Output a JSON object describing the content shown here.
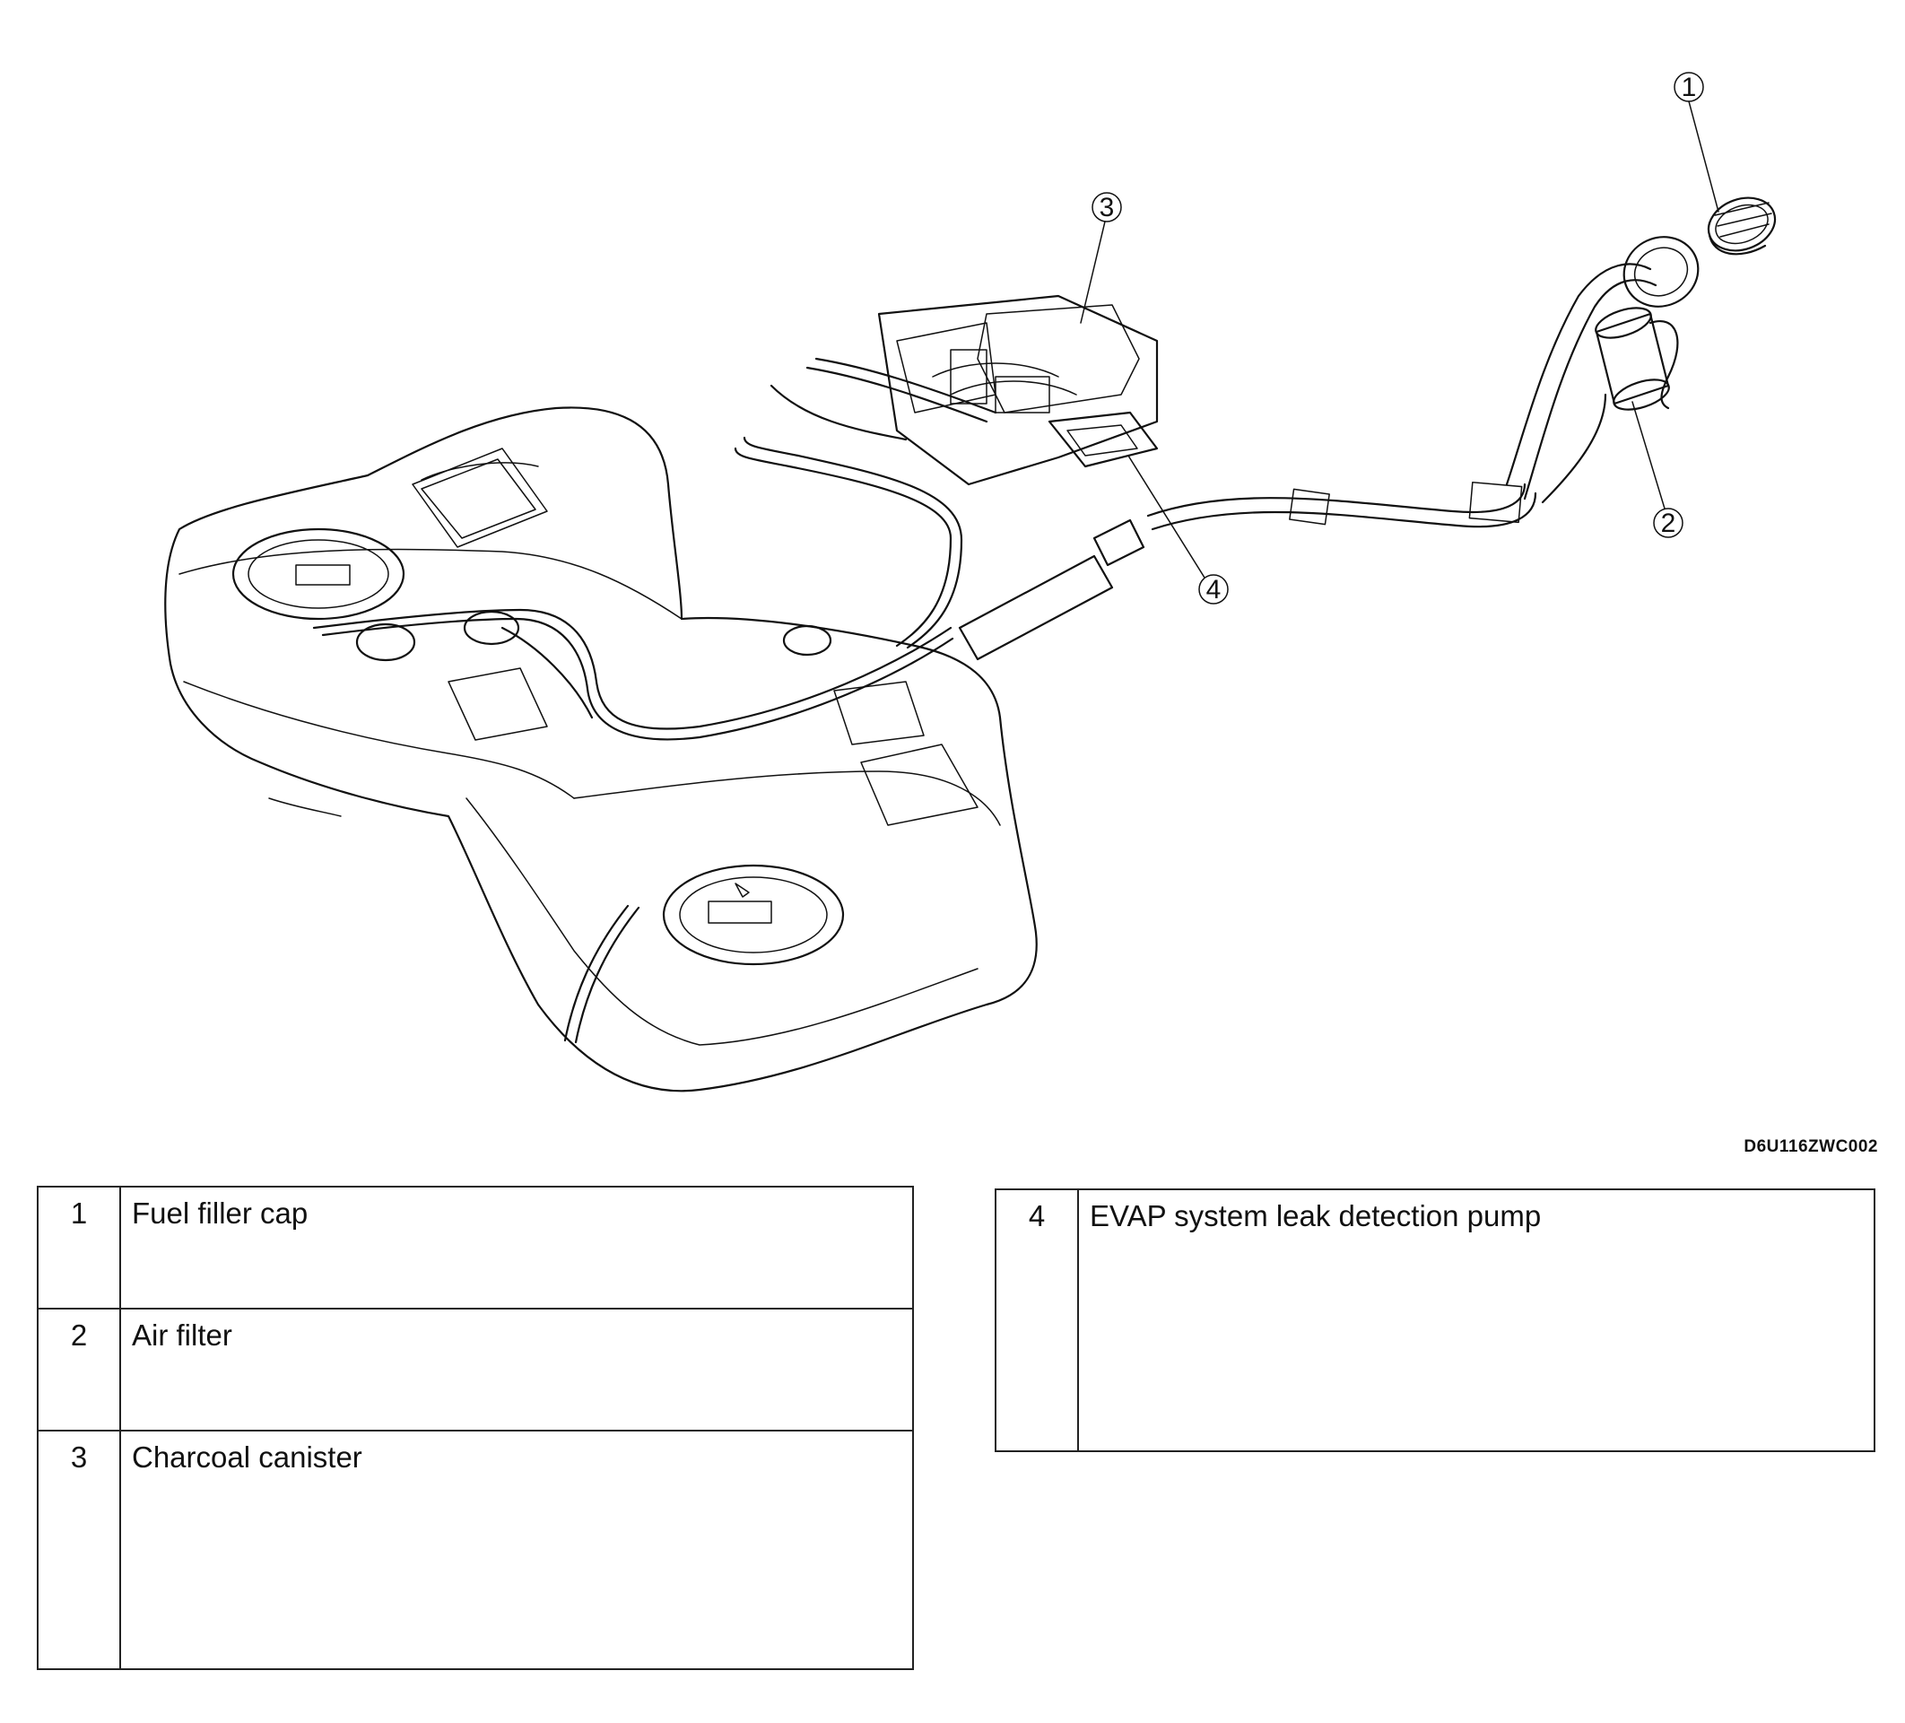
{
  "figure_code": "D6U116ZWC002",
  "callouts": [
    "1",
    "2",
    "3",
    "4"
  ],
  "legend": {
    "left": [
      {
        "number": "1",
        "label": "Fuel filler cap"
      },
      {
        "number": "2",
        "label": "Air filter"
      },
      {
        "number": "3",
        "label": "Charcoal canister"
      }
    ],
    "right": [
      {
        "number": "4",
        "label": "EVAP system leak detection pump"
      }
    ]
  }
}
